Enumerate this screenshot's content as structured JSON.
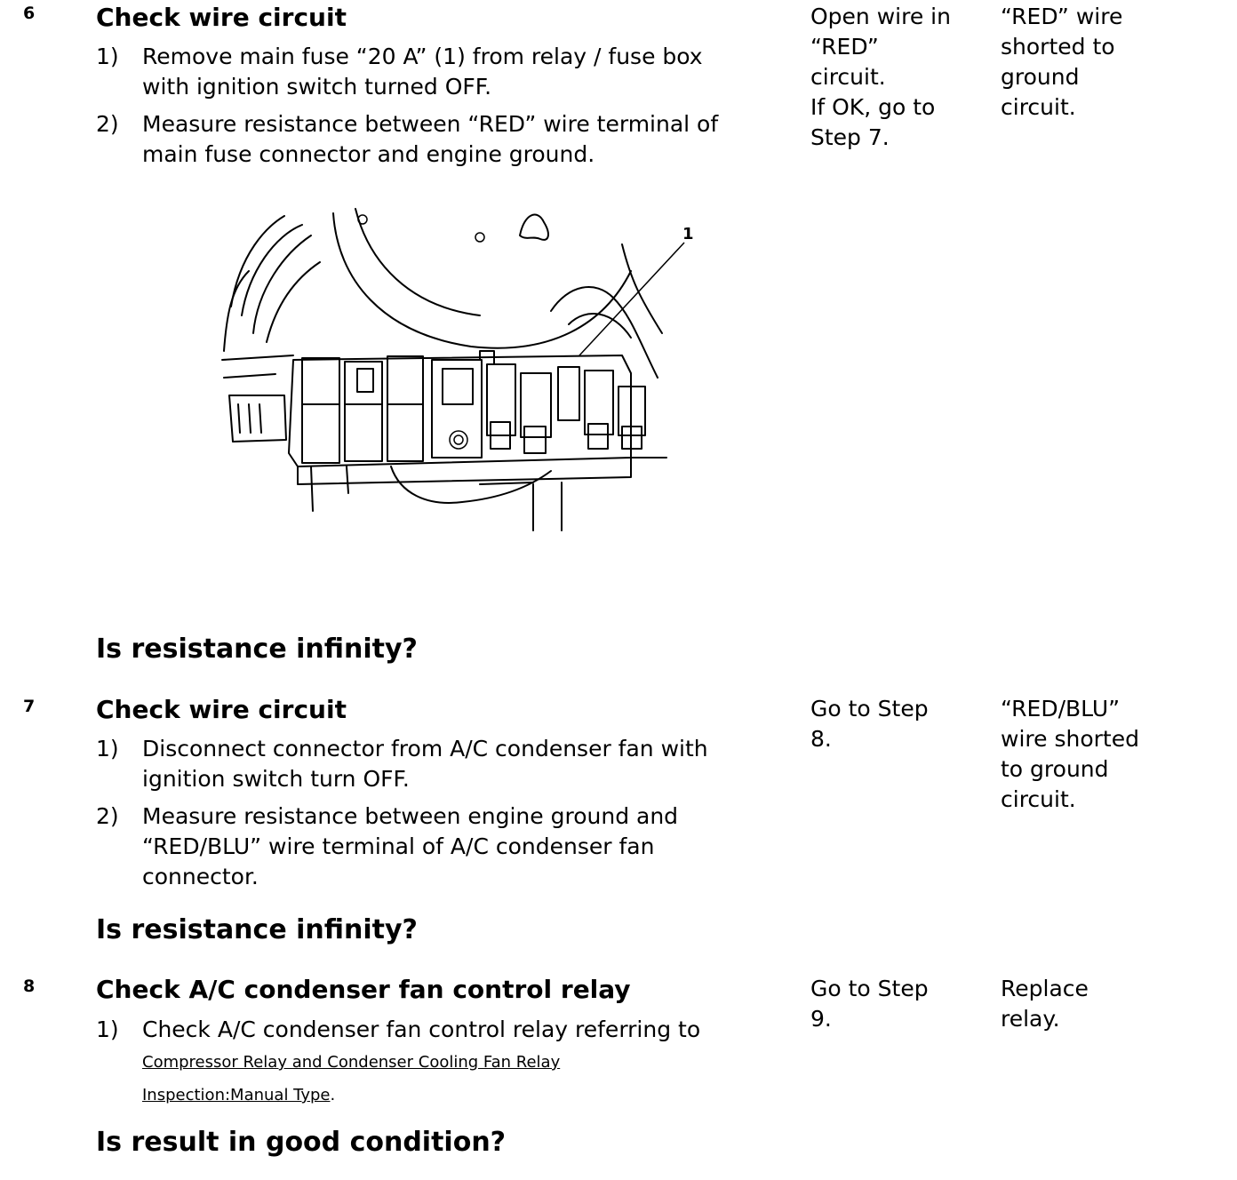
{
  "steps": [
    {
      "number": "6",
      "title": "Check wire circuit",
      "items": [
        {
          "num": "1)",
          "lines": [
            "Remove main fuse “20 A” (1) from relay / fuse box",
            "with ignition switch turned OFF."
          ]
        },
        {
          "num": "2)",
          "lines": [
            "Measure resistance between “RED” wire terminal of",
            "main fuse connector and engine ground."
          ]
        }
      ],
      "question": "Is resistance infinity?",
      "yes_lines": [
        "Open wire in",
        "“RED”",
        "circuit.",
        "If OK, go to",
        "Step 7."
      ],
      "no_lines": [
        "“RED” wire",
        "shorted to",
        "ground",
        "circuit."
      ],
      "figure": {
        "callout": "1"
      }
    },
    {
      "number": "7",
      "title": "Check wire circuit",
      "items": [
        {
          "num": "1)",
          "lines": [
            "Disconnect connector from A/C condenser fan with",
            "ignition switch turn OFF."
          ]
        },
        {
          "num": "2)",
          "lines": [
            "Measure resistance between engine ground and",
            "“RED/BLU” wire terminal of A/C condenser fan",
            "connector."
          ]
        }
      ],
      "question": "Is resistance infinity?",
      "yes_lines": [
        "Go to Step",
        "8."
      ],
      "no_lines": [
        "“RED/BLU”",
        "wire shorted",
        "to ground",
        "circuit."
      ]
    },
    {
      "number": "8",
      "title": "Check A/C condenser fan control relay",
      "items": [
        {
          "num": "1)",
          "lines": [
            "Check A/C condenser fan control relay referring to"
          ],
          "link_lines": [
            "Compressor Relay and Condenser Cooling Fan Relay",
            "Inspection:Manual Type"
          ],
          "link_suffix": "."
        }
      ],
      "question": "Is result in good condition?",
      "yes_lines": [
        "Go to Step",
        "9."
      ],
      "no_lines": [
        "Replace",
        "relay."
      ]
    }
  ]
}
